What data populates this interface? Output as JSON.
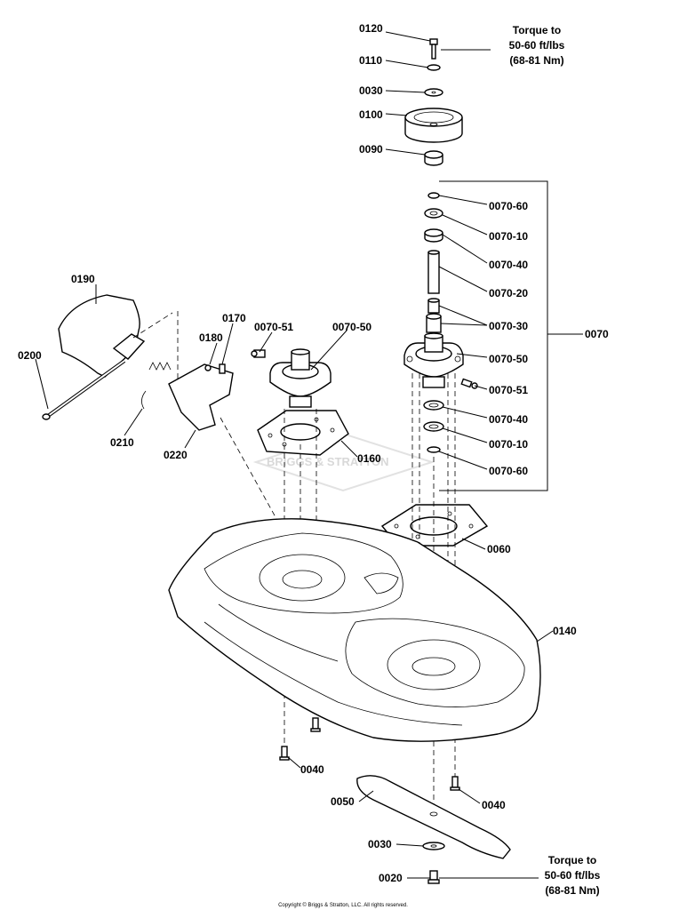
{
  "watermark": "BRIGGS & STRATTON",
  "copyright": "Copyright © Briggs & Stratton, LLC. All rights reserved.",
  "torque_top": {
    "line1": "Torque to",
    "line2": "50-60 ft/lbs",
    "line3": "(68-81 Nm)"
  },
  "torque_bottom": {
    "line1": "Torque to",
    "line2": "50-60 ft/lbs",
    "line3": "(68-81 Nm)"
  },
  "labels": {
    "p0120": "0120",
    "p0110": "0110",
    "p0030_top": "0030",
    "p0100": "0100",
    "p0090": "0090",
    "p0070_60_top": "0070-60",
    "p0070_10_top": "0070-10",
    "p0070_40_top": "0070-40",
    "p0070_20": "0070-20",
    "p0070_30": "0070-30",
    "p0070": "0070",
    "p0070_50_right": "0070-50",
    "p0070_51_right": "0070-51",
    "p0070_40_bot": "0070-40",
    "p0070_10_bot": "0070-10",
    "p0070_60_bot": "0070-60",
    "p0060": "0060",
    "p0140": "0140",
    "p0190": "0190",
    "p0200": "0200",
    "p0210": "0210",
    "p0220": "0220",
    "p0170": "0170",
    "p0180": "0180",
    "p0070_51_left": "0070-51",
    "p0070_50_left": "0070-50",
    "p0160": "0160",
    "p0040_left": "0040",
    "p0040_right": "0040",
    "p0050": "0050",
    "p0030_bot": "0030",
    "p0020": "0020"
  }
}
